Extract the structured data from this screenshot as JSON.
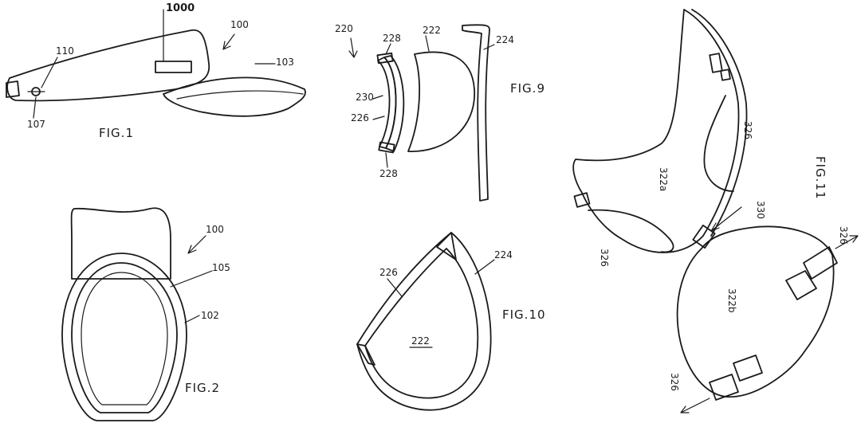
{
  "figures": {
    "fig1": {
      "caption": "FIG.1",
      "labels": {
        "visor": "100",
        "module": "1000",
        "brim": "103",
        "sensor": "110",
        "button": "107"
      }
    },
    "fig2": {
      "caption": "FIG.2",
      "labels": {
        "visor": "100",
        "band_inner": "105",
        "band_outer": "102"
      }
    },
    "fig9": {
      "caption": "FIG.9",
      "labels": {
        "assembly": "220",
        "clip_top": "228",
        "pad": "222",
        "strip": "224",
        "seam": "230",
        "frame": "226",
        "clip_bottom": "228"
      }
    },
    "fig10": {
      "caption": "FIG.10",
      "labels": {
        "frame": "226",
        "strip": "224",
        "pad": "222"
      }
    },
    "fig11": {
      "caption": "FIG.11",
      "labels": {
        "left_clip": "326",
        "upper_pad": "322a",
        "hinge": "330",
        "lower_left": "326",
        "right_clip": "326",
        "lower_pad": "322b",
        "bottom_clip": "326"
      }
    }
  }
}
